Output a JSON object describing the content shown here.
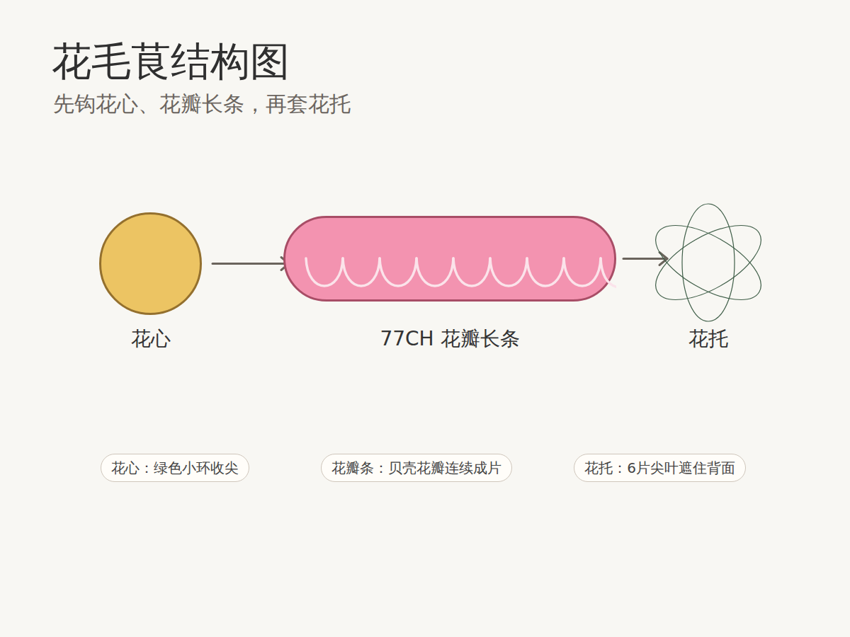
{
  "diagram": {
    "title": "花毛茛结构图",
    "caption": "先钩花心、花瓣长条，再套花托",
    "nodes": [
      {
        "text": [
          "花心"
        ]
      },
      {
        "text": [
          "77CH 花瓣长条"
        ]
      },
      {
        "text": [
          "花托"
        ]
      },
      {
        "text": [
          "花心：绿色小环收尖"
        ]
      },
      {
        "text": [
          "花瓣条：贝壳花瓣连续成片"
        ]
      },
      {
        "text": [
          "花托：6片尖叶遮住背面"
        ]
      }
    ],
    "edges": [
      {
        "from": 0,
        "to": 1,
        "arrow": "to"
      },
      {
        "from": 1,
        "to": 2,
        "arrow": "to"
      }
    ]
  }
}
